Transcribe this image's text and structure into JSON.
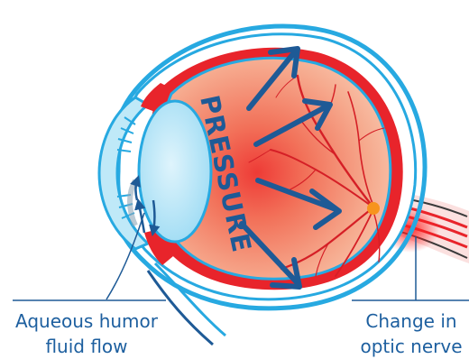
{
  "diagram": {
    "center_text": "PRESSURE",
    "labels": {
      "aqueous": {
        "line1": "Aqueous humor",
        "line2": "fluid flow"
      },
      "optic": {
        "line1": "Change in",
        "line2": "optic nerve"
      }
    }
  },
  "colors": {
    "outer_shell": "#27a9e1",
    "inner_shell": "#e31e24",
    "vitreous": "#f4a688",
    "vitreous_hot": "#ef4a45",
    "lens": "#bfe9f8",
    "arrow": "#1e5a96",
    "label_text": "#1d5f9f",
    "vessels": "#d51f26"
  }
}
